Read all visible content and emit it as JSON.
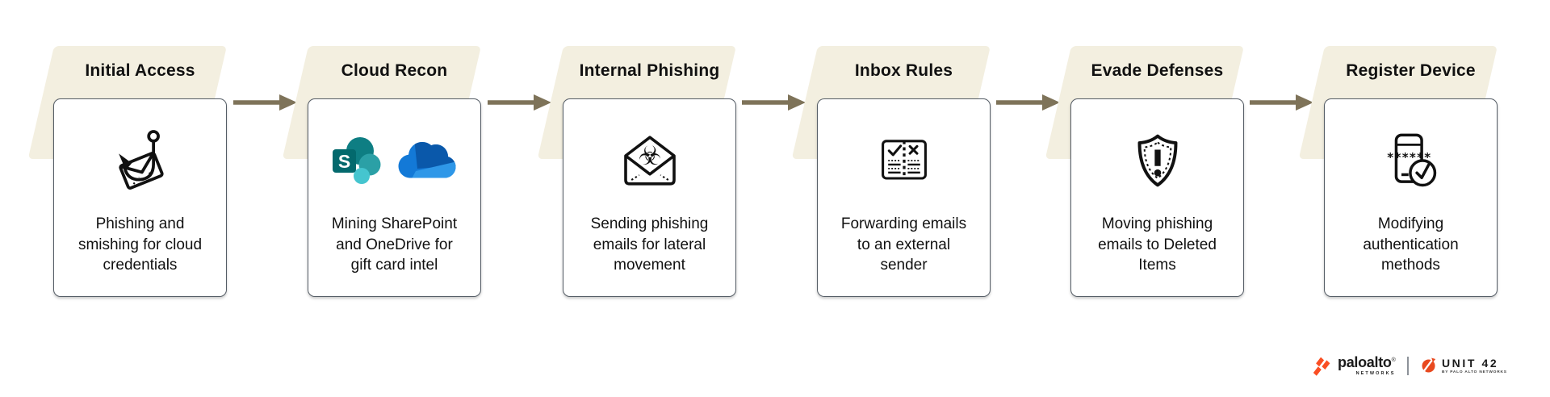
{
  "stages": [
    {
      "title": "Initial Access",
      "description": "Phishing and\nsmishing for cloud\ncredentials",
      "icon": "phishing-hook-envelope-icon"
    },
    {
      "title": "Cloud Recon",
      "description": "Mining SharePoint\nand OneDrive for\ngift card intel",
      "icon": "sharepoint-icon onedrive-icon",
      "sharepoint_letter": "S"
    },
    {
      "title": "Internal Phishing",
      "description": "Sending phishing\nemails for lateral\nmovement",
      "icon": "biohazard-envelope-icon",
      "biohazard_glyph": "☣"
    },
    {
      "title": "Inbox Rules",
      "description": "Forwarding emails\nto an external\nsender",
      "icon": "rules-book-icon"
    },
    {
      "title": "Evade Defenses",
      "description": "Moving phishing\nemails to Deleted\nItems",
      "icon": "shield-alert-icon"
    },
    {
      "title": "Register Device",
      "description": "Modifying\nauthentication\nmethods",
      "icon": "device-check-icon",
      "passcode_glyph": "******"
    }
  ],
  "branding": {
    "paloalto": {
      "wordmark": "paloalto",
      "registered": "®",
      "subtext": "NETWORKS"
    },
    "unit42": {
      "wordmark": "UNIT 42",
      "subtext": "BY PALO ALTO NETWORKS"
    }
  },
  "colors": {
    "background": "#ffffff",
    "parallelogram": "#f3efe0",
    "arrow": "#7e7359",
    "card_border": "#555d66",
    "text": "#111111",
    "palo_alto_orange": "#fa4e23",
    "sharepoint_teal": "#03787c",
    "onedrive_blue": "#0f6cbf"
  }
}
